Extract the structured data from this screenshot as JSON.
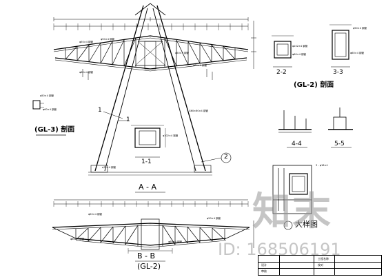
{
  "sections": {
    "s22": "2-2",
    "s33": "3-3",
    "gl2_section": "(GL-2) 剖面",
    "gl3_section": "(GL-3) 剖面",
    "s11": "1-1",
    "aa": "A - A",
    "s44": "4-4",
    "s55": "5-5",
    "bb": "B - B",
    "gl2_bottom": "(GL-2)",
    "detail": "大样图"
  },
  "markers": {
    "m1a": "1",
    "m1b": "1",
    "m2": "2"
  },
  "watermark": {
    "logo": "知末",
    "id": "ID: 168506191"
  },
  "title_block": {
    "c1": "工程名称",
    "c2": "设计",
    "c3": "审核",
    "c4": "校对"
  },
  "colors": {
    "line": "#000000",
    "watermark": "#999999"
  }
}
